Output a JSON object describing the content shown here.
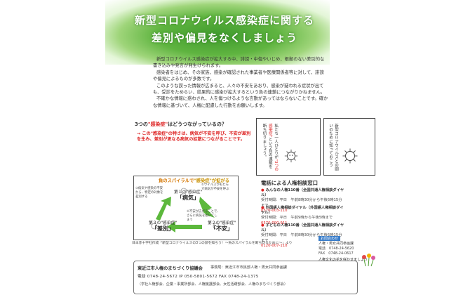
{
  "header": {
    "title_line1": "新型コロナウイルス感染症に関する",
    "title_line2": "差別や偏見をなくしましょう"
  },
  "intro": {
    "paragraphs": [
      "新型コロナウイルス感染症が拡大する中、誹謗・中傷やいじめ、根拠のない差別的な書き込みや発言が発生けられます。",
      "感染者をはじめ、その家族、感染が確認された事業者や医療関係者等に対して、誹謗や偏見によるものが多数です。",
      "このような誤った情報が広まると、人々の不安をあおり、感染が疑われる症状が出ても、受診をためらい、結果的に感染が拡大するという負の連鎖につながりかねません。",
      "不確かな情報に惑わされ、人を傷つけるような言動があってはならないことです。確かな情報に基づいて、人権に配慮した行動をお願いします。"
    ]
  },
  "question": {
    "prefix": "3つの",
    "highlight": "\"感染症\"",
    "suffix": "はどうつながっているの？",
    "point": "→ この\"感染症\"の特さは、病気が不安を呼び、不安が差別を生み、差別が更なる病気の拡散につながることです。"
  },
  "vertical_box": {
    "text_a": "私たち一人ひとりが",
    "text_red": "\"3つの感染症\"",
    "text_b": "という負の連鎖を断ち切りましょう。"
  },
  "right_box": {
    "text": "新型コロナウイルスとの闘いのために知っておこう"
  },
  "spiral": {
    "title_a": "負のスパイラルで",
    "title_b": "\"感染症\"が拡がる",
    "node1_label": "第１の\"感染症\"",
    "node1_big": "「病気」",
    "node2_label": "第２の\"感染症\"",
    "node2_big": "「不安」",
    "node3_label": "第３の\"感染症\"",
    "node3_big": "「差別」",
    "note1": "③病気や感染の不安から、特定の対象を差別する",
    "note2": "②不安が広がることで、さらに病気を招いてしまう",
    "note3": "①ウイルスがもたらす病気が不安を呼ぶ"
  },
  "source_note": "日本赤十字社作成「新型コロナウイルスの3つの顔を知ろう！～負のスパイラルを断ち切るために～」より",
  "consult": {
    "title": "電話による人権相談窓口",
    "items": [
      {
        "name": "みんなの人権110番（全国共通人権相談ダイヤル）",
        "hours": "受付時間：平日　午前8時30分から午後5時15分まで",
        "tel": "0570-003-110"
      },
      {
        "name": "外国語人権相談ダイヤル（外国語人権相談ダイヤル）",
        "hours": "受付時間：平日　午前9時から午後5時まで",
        "tel": "0570-090-911"
      },
      {
        "name": "子どもの人権110番（全国共通人権相談ダイヤル）",
        "hours": "受付時間：平日　午前8時30分から午後5時15分まで",
        "tel": "0120-007-110"
      }
    ]
  },
  "dept": {
    "label": "お問合わせ",
    "line1": "人権・男女共同参画課",
    "line2": "電話　0748-24-5620",
    "line3": "FAX　0748-24-0617"
  },
  "people_note": "人権文化の花を咲かせましょう",
  "footer": {
    "org": "東近江市人権のまちづくり協議会",
    "office": "事務局：東近江市市民部人権・男女共同参画課",
    "tel": "電話 0748-24-5672 IP 050-5801-5672 FAX 0748-24-1375",
    "members": "（学社人権部会、企業・事業所部会、人権擁護部会、女性活躍部会、人権のまちづくり部会）"
  },
  "colors": {
    "header_green": "#4aa534",
    "accent_red": "#dd2222",
    "arrow_green": "#5cb83c",
    "spiral_orange": "#d47500"
  }
}
